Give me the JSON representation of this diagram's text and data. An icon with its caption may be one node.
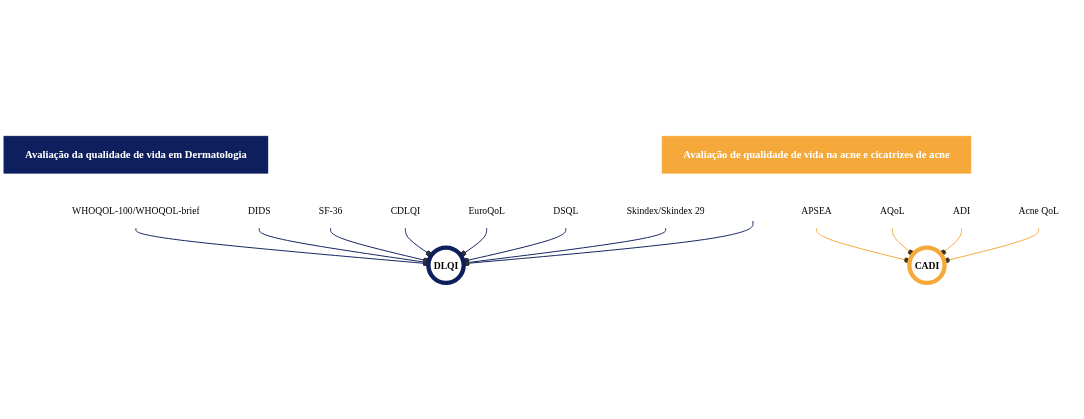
{
  "diagram": {
    "nodes": [
      {
        "text": [
          "Avaliação da qualidade de vida em Dermatologia"
        ]
      },
      {
        "text": [
          "Avaliação de qualidade de vida na acne e cicatrizes de acne"
        ]
      },
      {
        "text": [
          "WHOQOL-100/WHOQOL-brief"
        ]
      },
      {
        "text": [
          "DIDS"
        ]
      },
      {
        "text": [
          "SF-36"
        ]
      },
      {
        "text": [
          "DLQI"
        ]
      },
      {
        "text": [
          "CDLQI"
        ]
      },
      {
        "text": [
          "EuroQoL"
        ]
      },
      {
        "text": [
          "DSQL"
        ]
      },
      {
        "text": [
          "Skindex/Skindex 29"
        ]
      },
      {
        "text": [
          "APSEA"
        ]
      },
      {
        "text": [
          "AQoL"
        ]
      },
      {
        "text": [
          "CADI"
        ]
      },
      {
        "text": [
          "ADI"
        ]
      },
      {
        "text": [
          "Acne QoL"
        ]
      }
    ],
    "edges": [
      {
        "from": 2,
        "to": 5,
        "arrow": "other"
      },
      {
        "from": 3,
        "to": 5,
        "arrow": "other"
      },
      {
        "from": 4,
        "to": 5,
        "arrow": "other"
      },
      {
        "from": 6,
        "to": 5,
        "arrow": "other"
      },
      {
        "from": 7,
        "to": 5,
        "arrow": "other"
      },
      {
        "from": 8,
        "to": 5,
        "arrow": "other"
      },
      {
        "from": 9,
        "to": 5,
        "arrow": "other"
      },
      {
        "from": null,
        "to": 5,
        "arrow": "other"
      },
      {
        "from": 10,
        "to": 12,
        "arrow": "other",
        "color": "#f5a93a"
      },
      {
        "from": 11,
        "to": 12,
        "arrow": "other",
        "color": "#f5a93a"
      },
      {
        "from": 13,
        "to": 12,
        "arrow": "other",
        "color": "#f5a93a"
      },
      {
        "from": 14,
        "to": 12,
        "arrow": "other",
        "color": "#f5a93a"
      }
    ]
  }
}
